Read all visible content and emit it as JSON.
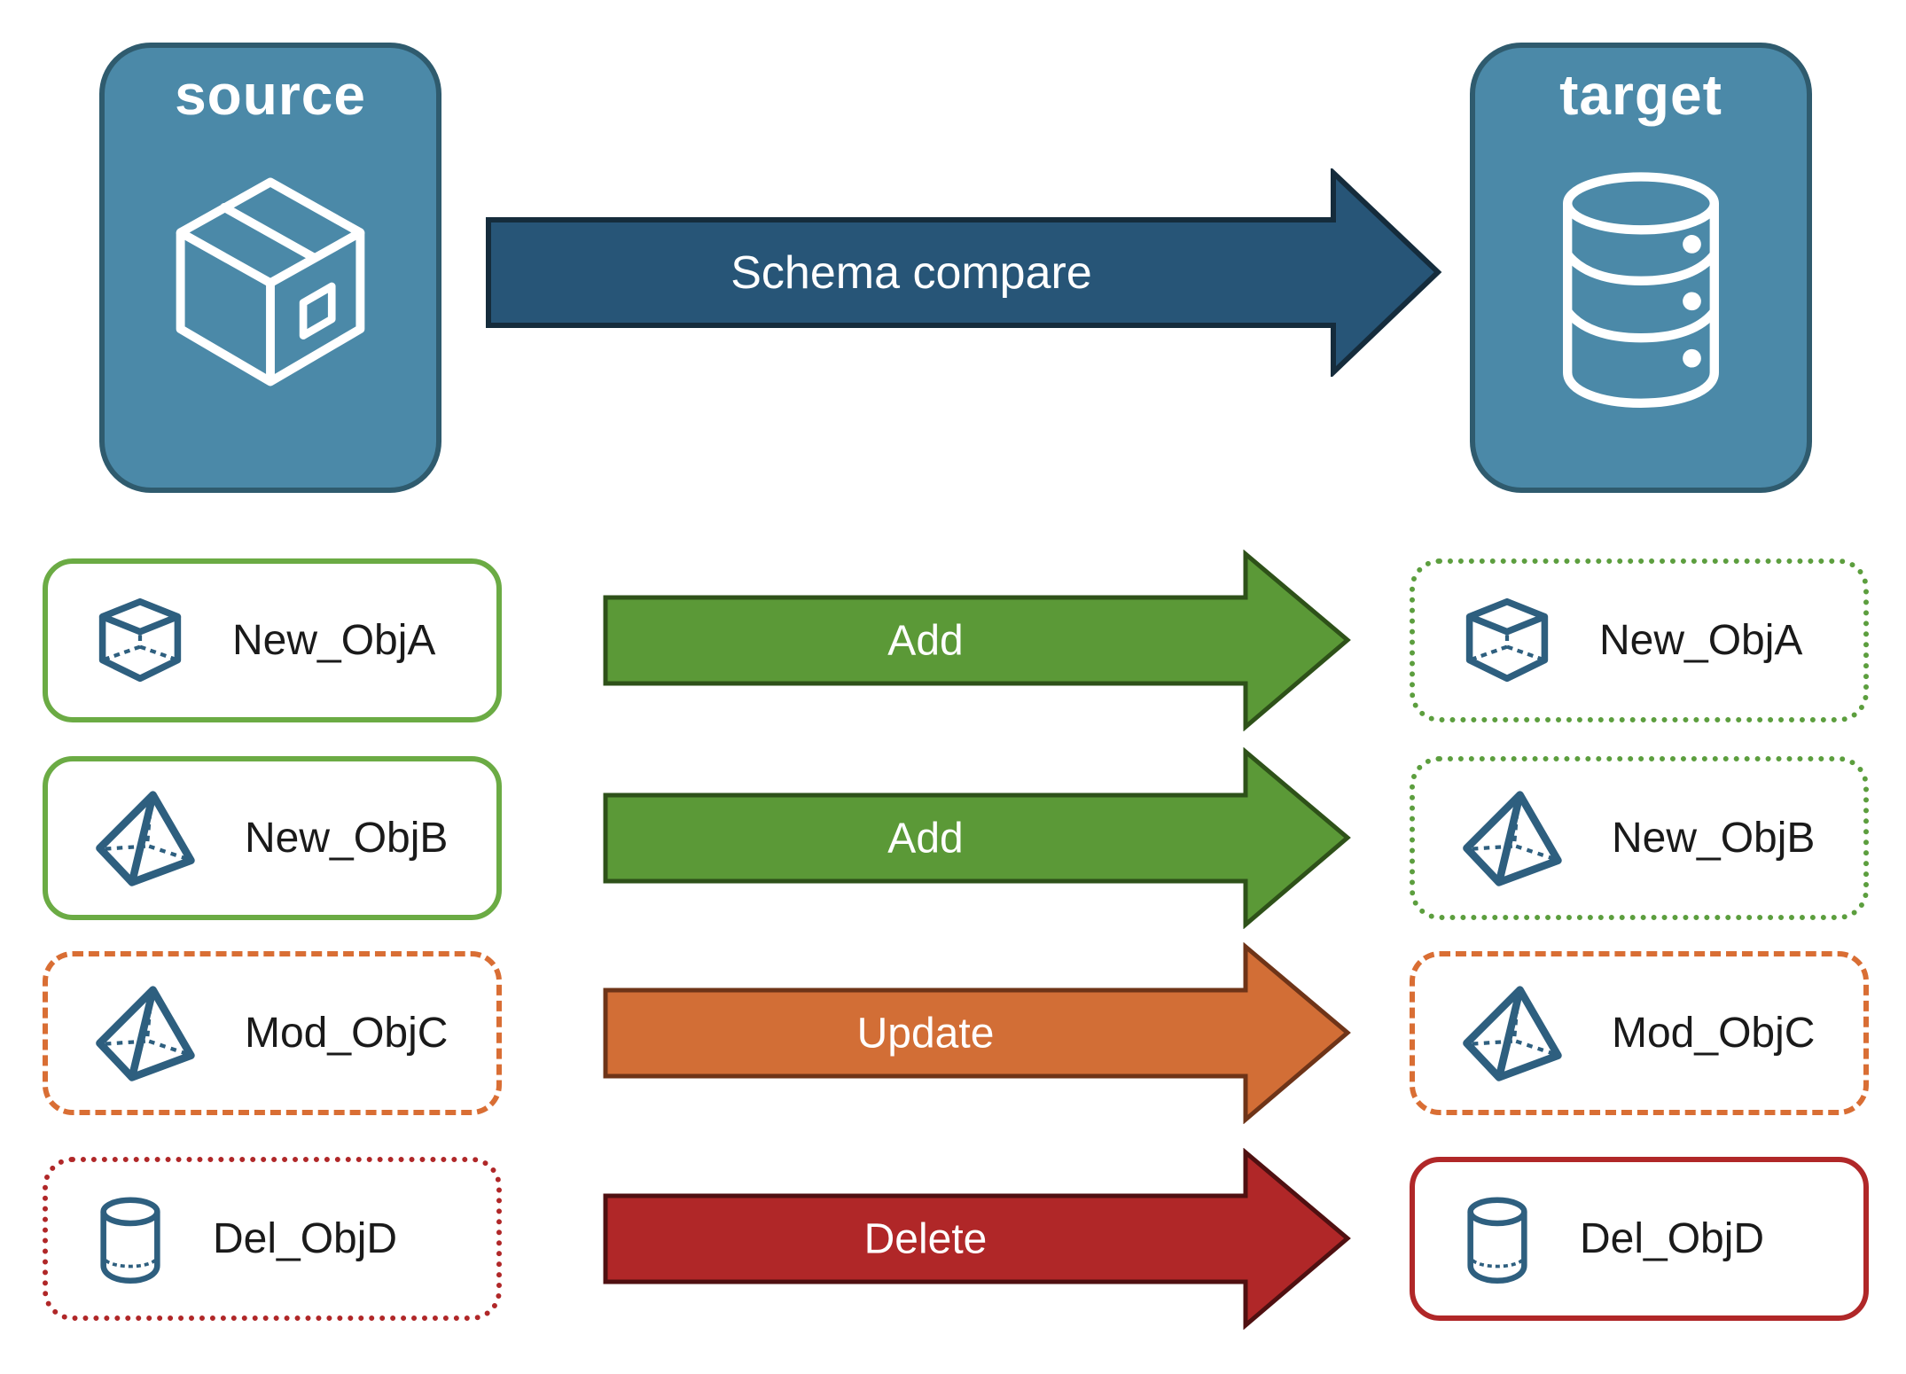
{
  "nodes": {
    "source": {
      "label": "source",
      "icon": "package-icon"
    },
    "target": {
      "label": "target",
      "icon": "database-icon"
    },
    "fill": "#4B89A8",
    "border_color": "#2F5B6E",
    "label_color": "#FFFFFF",
    "icon_color": "#FFFFFF"
  },
  "schema_arrow": {
    "label": "Schema compare",
    "fill": "#275577",
    "border_color": "#152C3C",
    "label_color": "#FFFFFF"
  },
  "object_icon_color": "#2E5F7F",
  "object_label_color": "#1A1A1A",
  "rows": [
    {
      "object": "New_ObjA",
      "icon": "cube-icon",
      "action": {
        "label": "Add",
        "fill": "#5B9937",
        "border_color": "#2E5119",
        "label_color": "#FFFFFF"
      },
      "source_box": {
        "border_color": "#6BAB44",
        "border_style": "solid"
      },
      "target_box": {
        "border_color": "#5C9E3E",
        "border_style": "dotted"
      }
    },
    {
      "object": "New_ObjB",
      "icon": "pyramid-icon",
      "action": {
        "label": "Add",
        "fill": "#5B9937",
        "border_color": "#2E5119",
        "label_color": "#FFFFFF"
      },
      "source_box": {
        "border_color": "#6BAB44",
        "border_style": "solid"
      },
      "target_box": {
        "border_color": "#5C9E3E",
        "border_style": "dotted"
      }
    },
    {
      "object": "Mod_ObjC",
      "icon": "pyramid-icon",
      "action": {
        "label": "Update",
        "fill": "#D26E36",
        "border_color": "#6E3418",
        "label_color": "#FFFFFF"
      },
      "source_box": {
        "border_color": "#D96E34",
        "border_style": "dashed"
      },
      "target_box": {
        "border_color": "#D96E34",
        "border_style": "dashed"
      }
    },
    {
      "object": "Del_ObjD",
      "icon": "cylinder-icon",
      "action": {
        "label": "Delete",
        "fill": "#B02728",
        "border_color": "#4F1011",
        "label_color": "#FFFFFF"
      },
      "source_box": {
        "border_color": "#B02728",
        "border_style": "dotted"
      },
      "target_box": {
        "border_color": "#B02728",
        "border_style": "solid"
      }
    }
  ]
}
